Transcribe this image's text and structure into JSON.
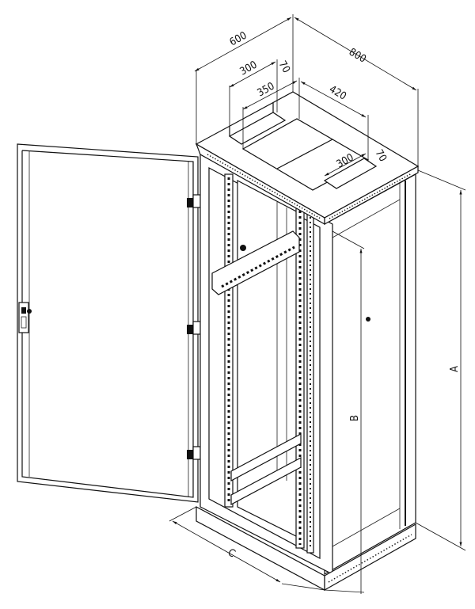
{
  "diagram": {
    "subject": "Server rack cabinet, isometric line drawing with front door open",
    "dimensions": {
      "width": "600",
      "depth": "800",
      "top_cutout_left_width": "300",
      "top_cutout_left_depth": "70",
      "top_opening_width": "350",
      "top_opening_depth": "420",
      "top_cutout_right_width": "300",
      "top_cutout_right_depth": "70",
      "height_label": "A",
      "inner_height_label": "B",
      "base_depth_label": "C"
    }
  }
}
